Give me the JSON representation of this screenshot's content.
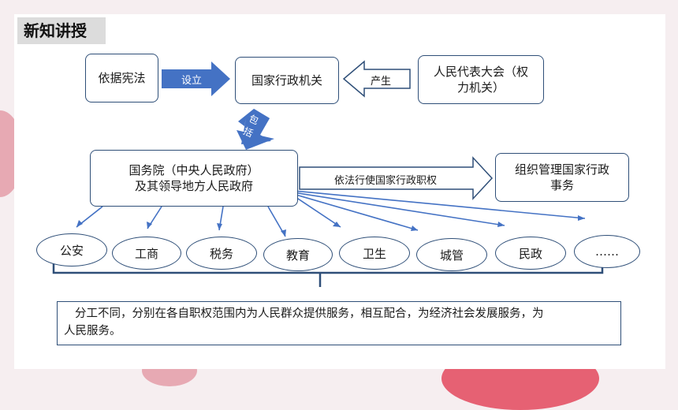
{
  "section_title": "新知讲授",
  "nodes": {
    "constitution": "依据宪法",
    "admin_organs": "国家行政机关",
    "congress_line1": "人民代表大会（权",
    "congress_line2": "力机关）",
    "state_council_line1": "国务院（中央人民政府）",
    "state_council_line2": "及其领导地方人民政府",
    "manage_line1": "组织管理国家行政",
    "manage_line2": "事务"
  },
  "edge_labels": {
    "establish": "设立",
    "produce": "产生",
    "include_1": "包",
    "include_2": "括",
    "exercise": "依法行使国家行政职权"
  },
  "departments": [
    "公安",
    "工商",
    "税务",
    "教育",
    "卫生",
    "城管",
    "民政",
    "……"
  ],
  "summary_line1": "分工不同，分别在各自职权范围内为人民群众提供服务，相互配合，为经济社会发展服务，为",
  "summary_line2": "人民服务。",
  "colors": {
    "accent": "#4472c4",
    "border": "#2f4f78",
    "decor": "#e0314a"
  }
}
